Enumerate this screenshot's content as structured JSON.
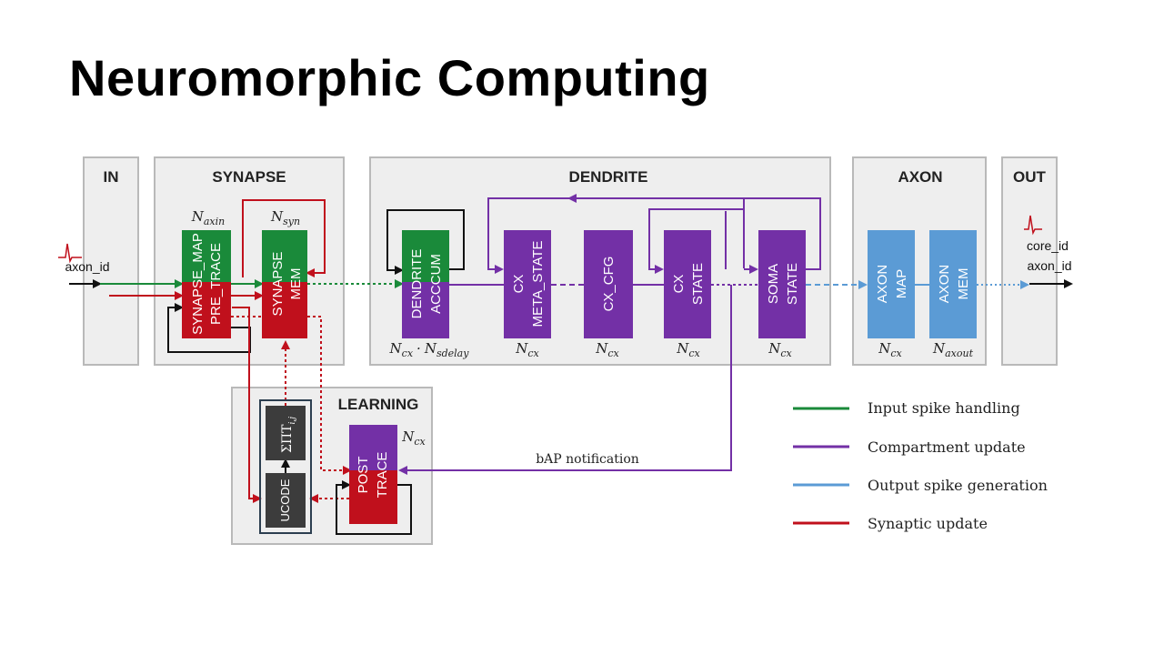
{
  "title": "Neuromorphic Computing",
  "colors": {
    "green": "#1a8a3a",
    "purple": "#7330a6",
    "blue": "#5b9bd5",
    "red": "#c0101c",
    "dark": "#3c3c3c"
  },
  "panels": {
    "in": "IN",
    "synapse": "SYNAPSE",
    "dendrite": "DENDRITE",
    "axon": "AXON",
    "out": "OUT",
    "learning": "LEARNING"
  },
  "blocks": {
    "synapse_map": "SYNAPSE_MAP",
    "pre_trace": "PRE_TRACE",
    "synapse_mem_1": "SYNAPSE",
    "synapse_mem_2": "MEM",
    "dendrite_1": "DENDRITE",
    "dendrite_2": "ACCCUM",
    "cx_meta_1": "CX",
    "cx_meta_2": "META_STATE",
    "cx_cfg": "CX_CFG",
    "cx_state_1": "CX",
    "cx_state_2": "STATE",
    "soma_1": "SOMA",
    "soma_2": "STATE",
    "axon_map_1": "AXON",
    "axon_map_2": "MAP",
    "axon_mem_1": "AXON",
    "axon_mem_2": "MEM",
    "post_1": "POST",
    "post_2": "TRACE",
    "ucode": "UCODE",
    "sum": "ΣΠT"
  },
  "counts": {
    "axin": "N",
    "axin_sub": "axin",
    "syn": "N",
    "syn_sub": "syn",
    "dendrite_a": "N",
    "dendrite_a_sub": "cx",
    "dendrite_dot": "·",
    "dendrite_b": "N",
    "dendrite_b_sub": "sdelay",
    "meta_cx": "N",
    "meta_cx_sub": "cx",
    "cfg_cx": "N",
    "cfg_cx_sub": "cx",
    "state_cx": "N",
    "state_cx_sub": "cx",
    "soma_cx": "N",
    "soma_cx_sub": "cx",
    "axmap_cx": "N",
    "axmap_cx_sub": "cx",
    "axout": "N",
    "axout_sub": "axout",
    "post_cx": "N",
    "post_cx_sub": "cx",
    "sum_sub": "i,j"
  },
  "io": {
    "axon_id_in": "axon_id",
    "core_id": "core_id",
    "axon_id_out": "axon_id"
  },
  "bap": "bAP notification",
  "legend": [
    {
      "label": "Input spike handling",
      "color": "#1a8a3a"
    },
    {
      "label": "Compartment update",
      "color": "#7330a6"
    },
    {
      "label": "Output spike generation",
      "color": "#5b9bd5"
    },
    {
      "label": "Synaptic update",
      "color": "#c0101c"
    }
  ]
}
